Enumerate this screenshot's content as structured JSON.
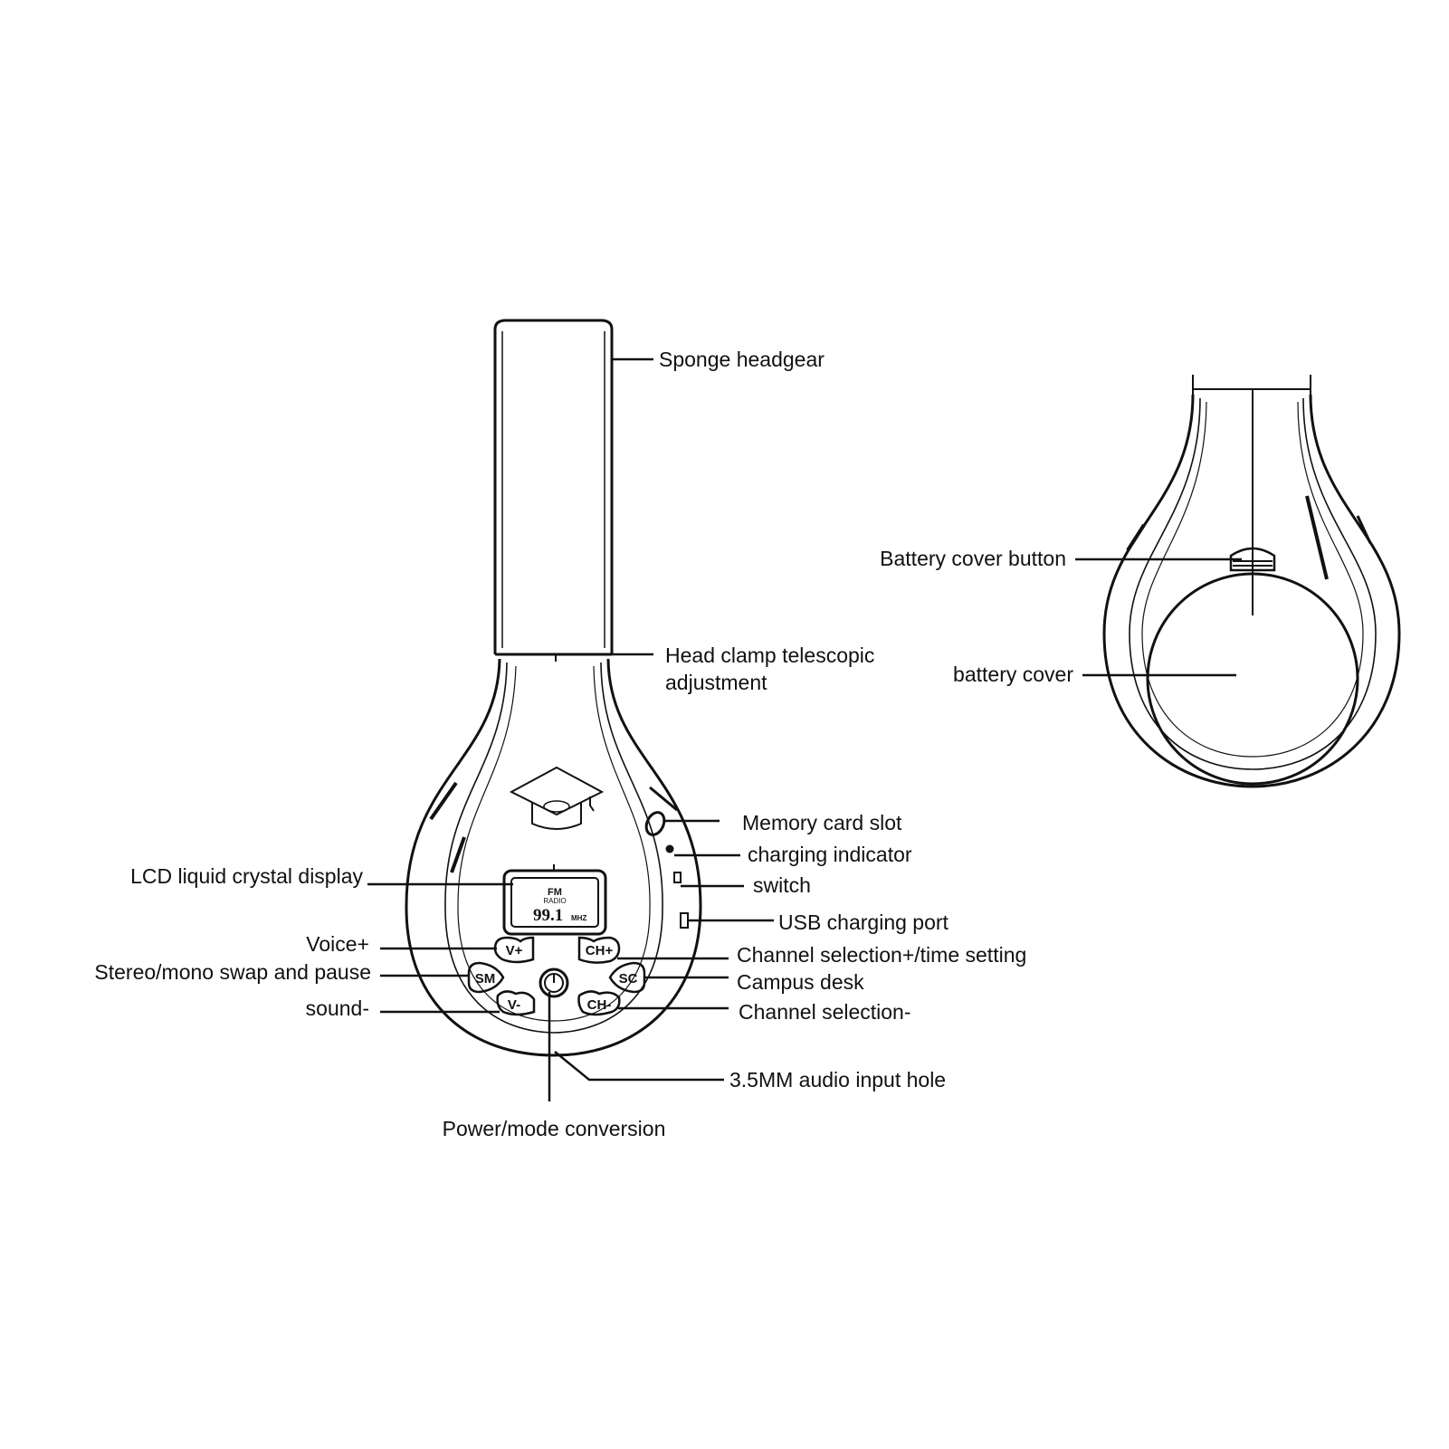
{
  "front_labels": {
    "sponge_headgear": "Sponge headgear",
    "head_clamp_1": "Head clamp telescopic",
    "head_clamp_2": "adjustment",
    "memory_card_slot": "Memory card slot",
    "charging_indicator": "charging indicator",
    "switch": "switch",
    "lcd_display": "LCD liquid crystal display",
    "usb_port": "USB charging port",
    "voice_plus": "Voice+",
    "channel_plus": "Channel selection+/time setting",
    "stereo_mono": "Stereo/mono swap and pause",
    "campus_desk": "Campus desk",
    "sound_minus": "sound-",
    "channel_minus": "Channel selection-",
    "audio_input": "3.5MM audio input hole",
    "power_mode": "Power/mode conversion"
  },
  "back_labels": {
    "battery_cover_button": "Battery cover button",
    "battery_cover": "battery cover"
  },
  "lcd": {
    "band": "FM",
    "mode": "RADIO",
    "frequency": "99.1",
    "unit": "MHZ"
  },
  "buttons": {
    "v_plus": "V+",
    "ch_plus": "CH+",
    "sm": "SM",
    "sc": "SC",
    "v_minus": "V-",
    "ch_minus": "CH-"
  }
}
